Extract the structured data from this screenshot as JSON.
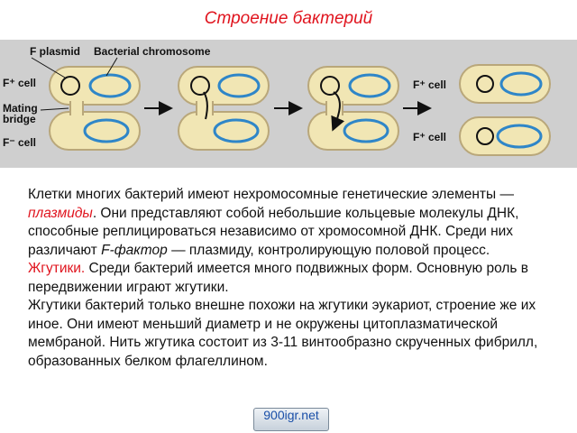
{
  "title": "Строение бактерий",
  "figure": {
    "labels": {
      "f_plasmid": "F plasmid",
      "bacterial_chromosome": "Bacterial chromosome",
      "f_plus_cell_left": "F⁺ cell",
      "mating_bridge": "Mating\nbridge",
      "f_minus_cell": "F⁻ cell",
      "f_plus_cell_right_top": "F⁺ cell",
      "f_plus_cell_right_bottom": "F⁺ cell"
    },
    "colors": {
      "background": "#cfcfcf",
      "cell_fill": "#f1e6b4",
      "cell_stroke": "#b9a77a",
      "chromosome": "#2f86c8",
      "plasmid": "#111111"
    }
  },
  "body": {
    "p1_before": "Клетки многих бактерий имеют нехромосомные генетические элементы — ",
    "p1_term": "плазмиды",
    "p1_middle": ". Они представляют собой небольшие кольцевые молекулы ДНК, способные реплицироваться независимо от хромосомной ДНК. Среди них различают ",
    "p1_term2": "F-фактор",
    "p1_after": " — плазмиду, контролирующую половой процесс.",
    "p2_term": "Жгутики.",
    "p2_text": " Среди бактерий имеется много подвижных форм. Основную роль в передвижении играют жгутики.",
    "p3_text": "Жгутики бактерий только внешне похожи на жгутики эукариот, строение же их иное. Они имеют меньший диаметр и не окружены цитоплазматической мембраной. Нить жгутика состоит из 3-11 винтообразно скрученных фибрилл, образованных белком флагеллином."
  },
  "watermark": "900igr.net"
}
